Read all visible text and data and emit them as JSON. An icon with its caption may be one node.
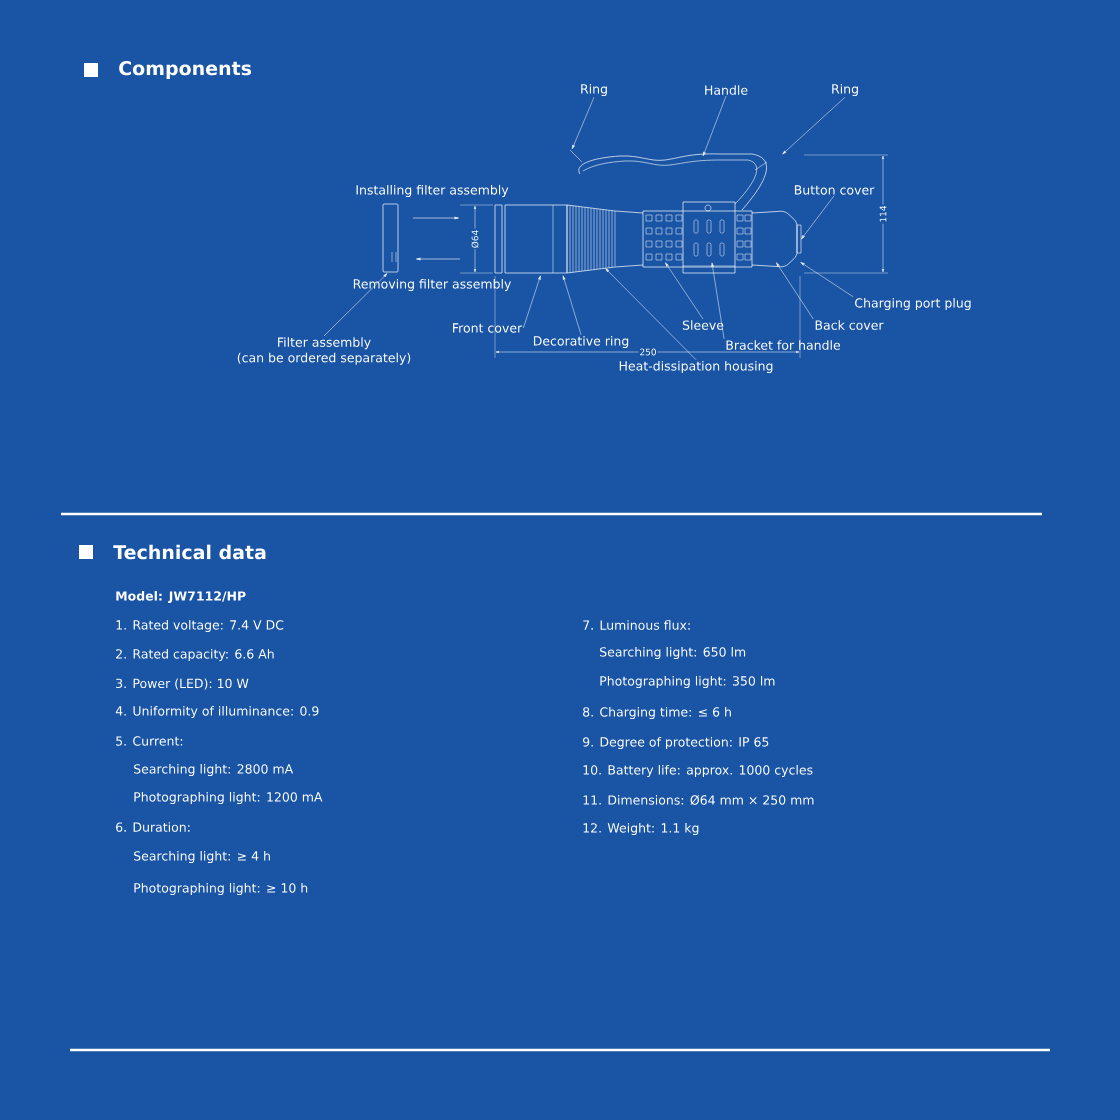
{
  "diagram": {
    "nodes": [
      {
        "text": [
          "Ring"
        ]
      },
      {
        "text": [
          "Handle"
        ]
      },
      {
        "text": [
          "Ring"
        ]
      },
      {
        "text": [
          "Button cover"
        ]
      },
      {
        "text": [
          "Charging port plug"
        ]
      },
      {
        "text": [
          "Filter assembly (can be ordered separately)"
        ]
      },
      {
        "text": [
          "Front cover"
        ]
      },
      {
        "text": [
          "Sleeve"
        ]
      },
      {
        "text": [
          "Back cover"
        ]
      },
      {
        "text": [
          "Decorative ring"
        ]
      },
      {
        "text": [
          "Bracket for handle"
        ]
      },
      {
        "text": [
          "Heat-dissipation housing"
        ]
      },
      {
        "text": [],
        "shape": "picture"
      },
      {
        "text": [],
        "shape": "picture"
      }
    ],
    "edges": [
      {
        "from": 0,
        "to": 13,
        "arrow": "to"
      },
      {
        "from": 1,
        "to": 13,
        "arrow": "to"
      },
      {
        "from": 2,
        "to": 13,
        "arrow": "to"
      },
      {
        "from": 3,
        "to": 13,
        "arrow": "to"
      },
      {
        "from": 4,
        "to": 13,
        "arrow": "to"
      },
      {
        "from": 5,
        "to": 12,
        "arrow": "to"
      },
      {
        "from": 6,
        "to": 13,
        "arrow": "to"
      },
      {
        "from": 7,
        "to": 13,
        "arrow": "to"
      },
      {
        "from": 8,
        "to": 13,
        "arrow": "to"
      },
      {
        "from": 9,
        "to": 13,
        "arrow": "to"
      },
      {
        "from": 10,
        "to": 13,
        "arrow": "to"
      },
      {
        "from": 11,
        "to": 13,
        "arrow": "to"
      }
    ],
    "labels": [
      "Components",
      "Installing filter assembly",
      "Ø64",
      "114",
      "Removing filter assembly",
      "250",
      "Technical data",
      "Model: JW7112/HP",
      "1. Rated voltage: 7.4 V DC",
      "2. Rated capacity: 6.6 Ah",
      "3. Power (LED): 10 W",
      "4. Uniformity of illuminance: 0.9",
      "5. Current:",
      "Searching light: 2800 mA",
      "Photographing light: 1200 mA",
      "6. Duration:",
      "Searching light: ≥ 4 h",
      "Photographing light: ≥ 10 h",
      "7. Luminous flux:",
      "Searching light: 650 lm",
      "Photographing light: 350 lm",
      "8. Charging time: ≤ 6 h",
      "9. Degree of protection: IP 65",
      "10. Battery life: approx. 1000 cycles",
      "11. Dimensions: Ø64 mm × 250 mm",
      "12. Weight: 1.1 kg"
    ]
  }
}
